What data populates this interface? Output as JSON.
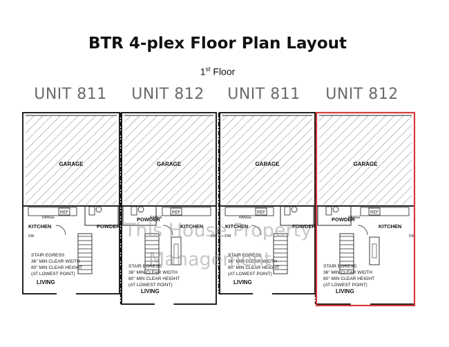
{
  "title": "BTR 4-plex Floor Plan Layout",
  "subtitle": {
    "main": "1",
    "sup": "st",
    "rest": " Floor"
  },
  "unit_labels": [
    "UNIT 811",
    "UNIT 812",
    "UNIT 811",
    "UNIT 812"
  ],
  "rooms": {
    "garage": "GARAGE",
    "kitchen": "KITCHEN",
    "powder": "POWDER",
    "living": "LIVING",
    "ref": "REF",
    "range": "RANGE",
    "dw": "DW"
  },
  "stair_note": [
    "STAIR EGRESS",
    "36\" MIN CLEAR WIDTH",
    "80\" MIN CLEAR HEIGHT",
    "(AT LOWEST POINT)"
  ],
  "watermark": {
    "line1": "This House Property",
    "line2": "Management"
  },
  "colors": {
    "highlight": "#d63a3a",
    "lines": "#222222",
    "hatch": "#8a8a8a",
    "watermark": "#9a9a9a"
  }
}
